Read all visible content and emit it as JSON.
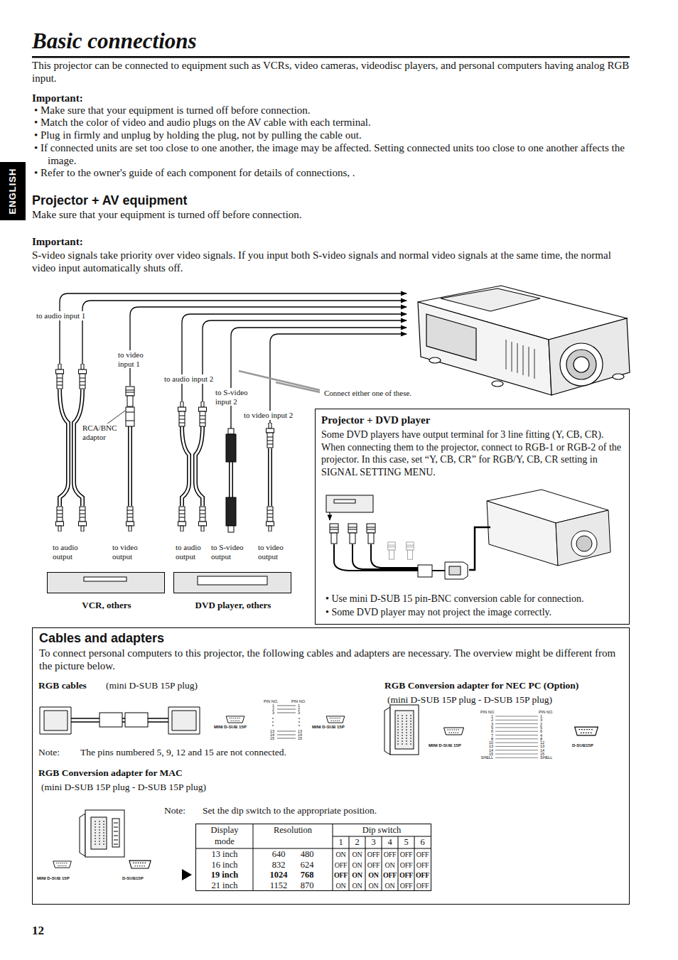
{
  "diagram": {
    "title": "Basic connections",
    "nodes": [
      {
        "text": [
          "Projector + DVD player",
          "Some DVD players have output terminal for 3 line fitting (Y, CB, CR). When connecting them to the projector, connect to RGB-1 or RGB-2 of the projector. In this case, set “Y, CB, CR” for RGB/Y, CB, CR setting in SIGNAL SETTING MENU.",
          "• Use mini D-SUB 15 pin-BNC conversion cable for connection.",
          "• Some DVD player may not project the image correctly."
        ]
      },
      {
        "text": [
          "Cables and adapters",
          "To connect personal computers to this projector, the following cables and adapters are necessary.  The overview might be different from the picture below."
        ]
      },
      {
        "text": [
          "VCR, others"
        ]
      },
      {
        "text": [
          "DVD player, others"
        ]
      }
    ],
    "labels": [
      "This projector can be connected to equipment such as VCRs, video cameras, videodisc players, and personal computers having analog RGB input.",
      "Important:",
      "• Make sure that your equipment is turned off before connection.",
      "• Match the color of video and audio plugs on the AV cable with each terminal.",
      "• Plug in firmly and unplug by holding the plug, not by pulling the cable out.",
      "• If connected units are set too close to one another, the image may be affected. Setting connected units too close to one another affects the image.",
      "• Refer to the owner's guide of each component for details of connections, .",
      "ENGLISH",
      "Projector + AV equipment",
      "Make sure that your equipment is turned off before connection.",
      "Important:",
      "S-video signals take priority over video signals. If you input both S-video signals and normal video signals at the same time, the normal video input automatically shuts off.",
      "to audio input 1",
      "to video input 1",
      "to audio input 2",
      "to S-video input 2",
      "to video input 2",
      "RCA/BNC adaptor",
      "Connect either one of these.",
      "to audio output",
      "to video output",
      "to audio output",
      "to S-video output",
      "to video output",
      "RGB cables",
      "(mini D-SUB 15P plug)",
      "PIN NO.",
      "1",
      "2",
      "3",
      "13",
      "14",
      "15",
      "PIN NO.",
      "1",
      "2",
      "3",
      "13",
      "14",
      "15",
      "MINI D-SUB 15P",
      "MINI D-SUB 15P",
      "Note:",
      "The pins numbered 5, 9, 12 and 15 are not connected.",
      "RGB Conversion adapter for NEC PC (Option)",
      "(mini D-SUB 15P plug - D-SUB 15P plug)",
      "PIN NO.",
      "1",
      "2",
      "3",
      "5",
      "6",
      "7",
      "8",
      "10",
      "13",
      "14",
      "15",
      "SHELL",
      "PIN NO.",
      "1",
      "3",
      "2",
      "5",
      "6",
      "4",
      "8",
      "12",
      "13",
      "14",
      "15",
      "SHELL",
      "MINI D-SUB 15P",
      "D-SUB15P",
      "RGB Conversion adapter for MAC",
      "(mini D-SUB 15P plug - D-SUB 15P plug)",
      "Note:",
      "Set the dip switch to the appropriate position.",
      "MINI D-SUB 15P",
      "D-SUB15P",
      "Display mode",
      "Resolution",
      "Dip switch",
      "1",
      "2",
      "3",
      "4",
      "5",
      "6",
      "13 inch",
      "640",
      "480",
      "ON",
      "ON",
      "OFF",
      "OFF",
      "OFF",
      "OFF",
      "16 inch",
      "832",
      "624",
      "OFF",
      "ON",
      "OFF",
      "ON",
      "OFF",
      "OFF",
      "19 inch",
      "1024",
      "768",
      "OFF",
      "ON",
      "ON",
      "OFF",
      "OFF",
      "OFF",
      "21 inch",
      "1152",
      "870",
      "ON",
      "ON",
      "ON",
      "ON",
      "OFF",
      "OFF",
      "12"
    ]
  }
}
